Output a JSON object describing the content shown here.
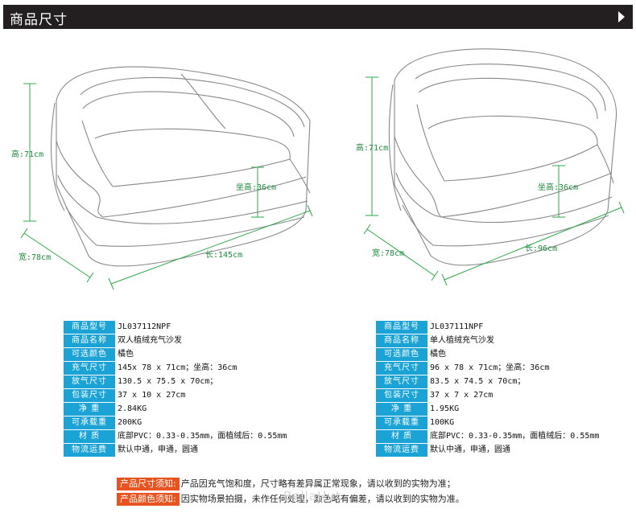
{
  "header": {
    "title": "商品尺寸"
  },
  "left": {
    "dims": {
      "height": "高:71cm",
      "seat": "坐高:36cm",
      "width": "宽:78cm",
      "length": "长:145cm"
    },
    "specs": [
      {
        "k": "商品型号",
        "v": "JL037112NPF"
      },
      {
        "k": "商品名称",
        "v": "双人植绒充气沙发"
      },
      {
        "k": "可选颜色",
        "v": "橘色"
      },
      {
        "k": "充气尺寸",
        "v": "145x 78 x 71cm；坐高：36cm"
      },
      {
        "k": "放气尺寸",
        "v": "130.5 x 75.5 x 70cm；"
      },
      {
        "k": "包装尺寸",
        "v": "37 x 10 x 27cm"
      },
      {
        "k": "净    重",
        "v": "2.84KG"
      },
      {
        "k": "可承载重",
        "v": "200KG"
      },
      {
        "k": "材    质",
        "v": "底部PVC：0.33-0.35mm，面植绒后：0.55mm"
      },
      {
        "k": "物流运费",
        "v": "默认中通，申通，圆通"
      }
    ]
  },
  "right": {
    "dims": {
      "height": "高:71cm",
      "seat": "坐高:36cm",
      "width": "宽:78cm",
      "length": "长:96cm"
    },
    "specs": [
      {
        "k": "商品型号",
        "v": "JL037111NPF"
      },
      {
        "k": "商品名称",
        "v": "单人植绒充气沙发"
      },
      {
        "k": "可选颜色",
        "v": "橘色"
      },
      {
        "k": "充气尺寸",
        "v": "96 x 78 x 71cm；坐高：36cm"
      },
      {
        "k": "放气尺寸",
        "v": "83.5 x 74.5 x 70cm；"
      },
      {
        "k": "包装尺寸",
        "v": "37 x 7 x 27cm"
      },
      {
        "k": "净    重",
        "v": "1.95KG"
      },
      {
        "k": "可承载重",
        "v": "100KG"
      },
      {
        "k": "材    质",
        "v": "底部PVC：0.33-0.35mm，面植绒后：0.55mm"
      },
      {
        "k": "物流运费",
        "v": "默认中通，申通，圆通"
      }
    ]
  },
  "notes": [
    {
      "k": "产品尺寸须知:",
      "v": "产品因充气饱和度，尺寸略有差异属正常现象，请以收到的实物为准；"
    },
    {
      "k": "产品颜色须知:",
      "v": "因实物场景拍摄，未作任何处理，颜色略有偏差，请以收到的实物为准。"
    }
  ],
  "watermark": "BellaHut",
  "colors": {
    "header_bg": "#231f20",
    "key_bg": "#1ba3d6",
    "dim_green": "#1d8a3a",
    "note_bg": "#e8531f"
  }
}
